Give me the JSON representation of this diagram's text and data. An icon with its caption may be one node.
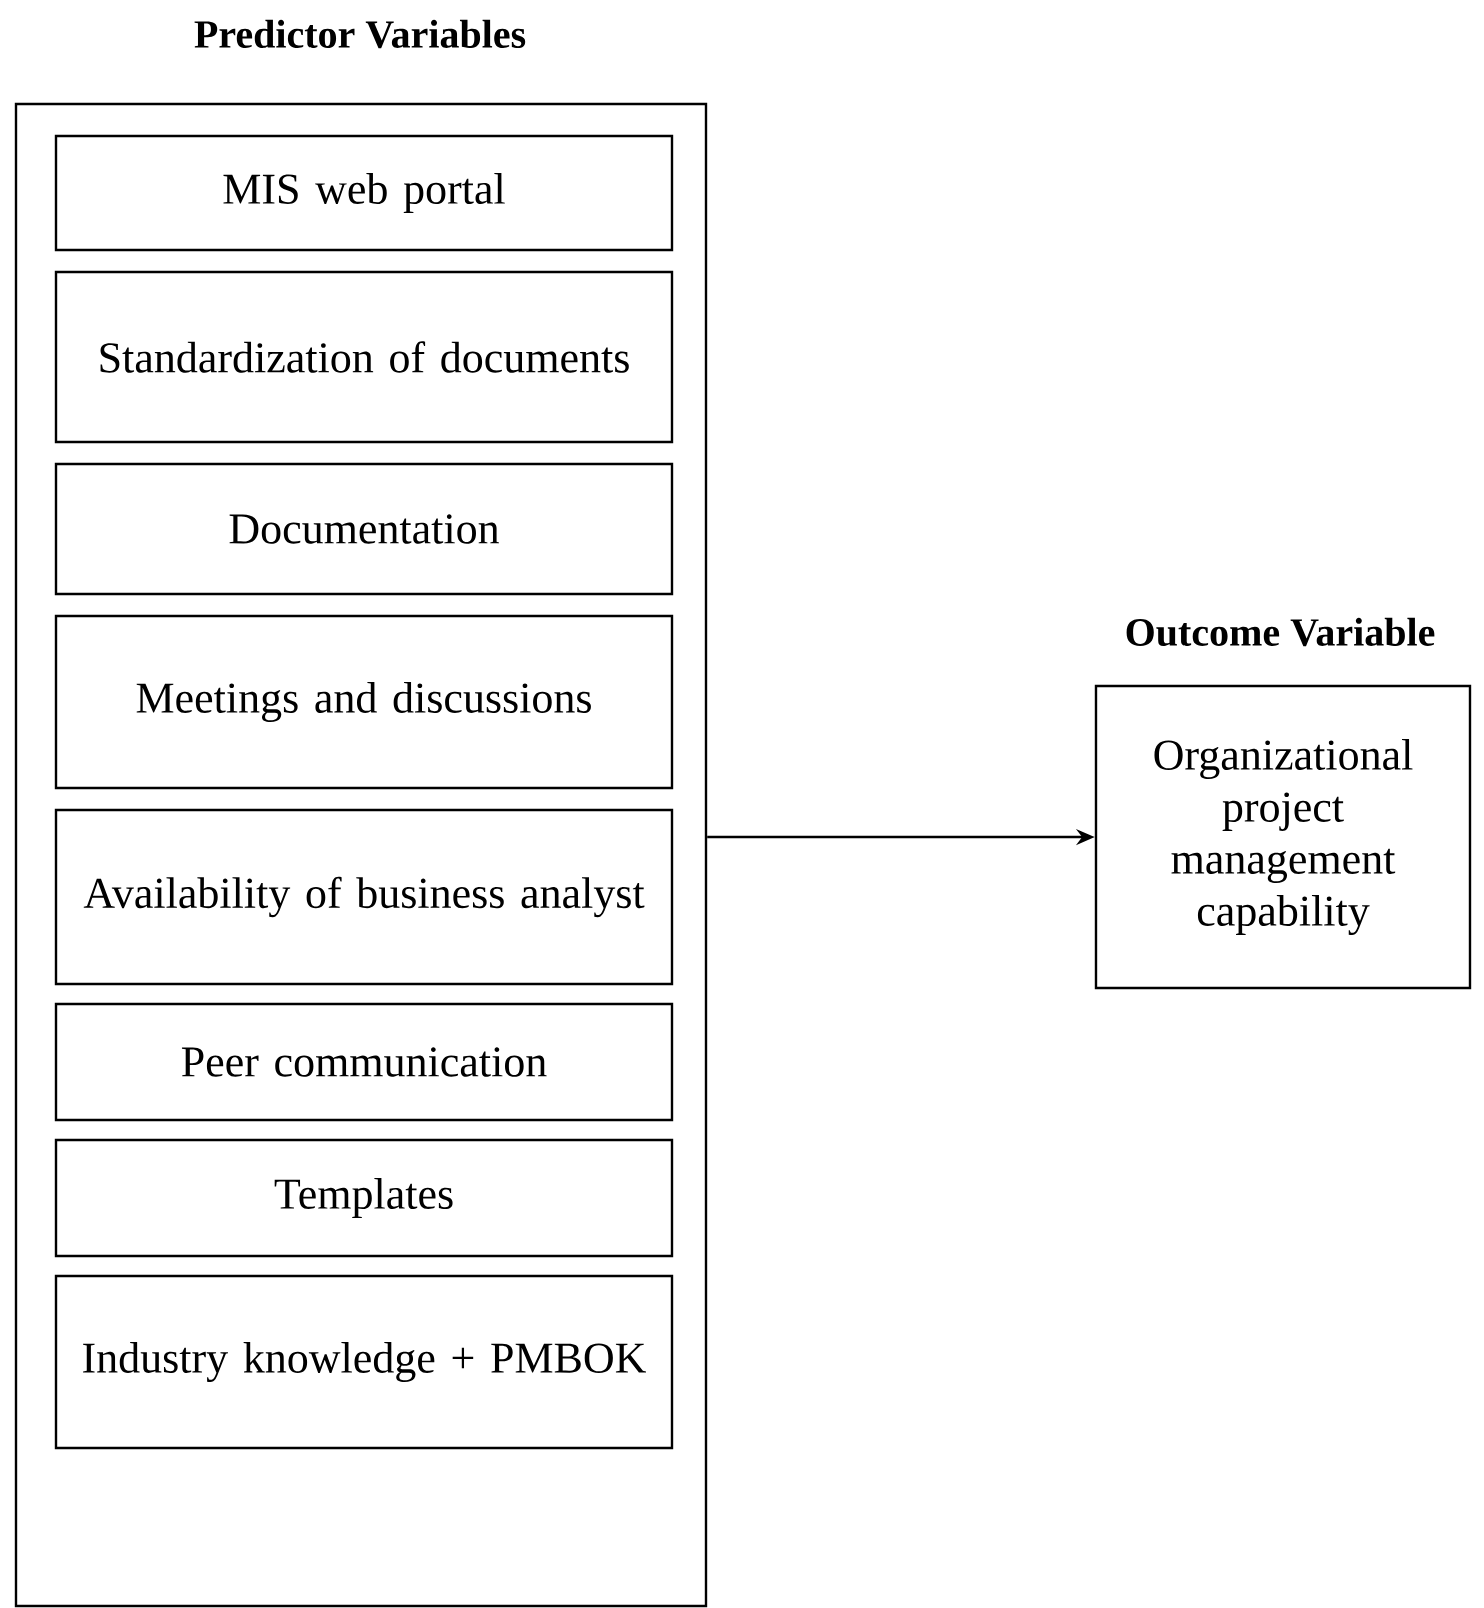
{
  "diagram": {
    "nodes": [
      {
        "text": [
          "Predictor Variables"
        ]
      },
      {
        "text": [
          "MIS web portal"
        ],
        "in": 0
      },
      {
        "text": [
          "Standardization of documents"
        ],
        "in": 0
      },
      {
        "text": [
          "Documentation"
        ],
        "in": 0
      },
      {
        "text": [
          "Meetings and discussions"
        ],
        "in": 0
      },
      {
        "text": [
          "Availability of business analyst"
        ],
        "in": 0
      },
      {
        "text": [
          "Peer communication"
        ],
        "in": 0
      },
      {
        "text": [
          "Templates"
        ],
        "in": 0
      },
      {
        "text": [
          "Industry knowledge + PMBOK"
        ],
        "in": 0
      },
      {
        "text": [
          "Outcome Variable",
          "Organizational project management capability"
        ]
      }
    ],
    "edges": [
      {
        "from": 0,
        "to": 9,
        "arrow": "to"
      }
    ]
  }
}
